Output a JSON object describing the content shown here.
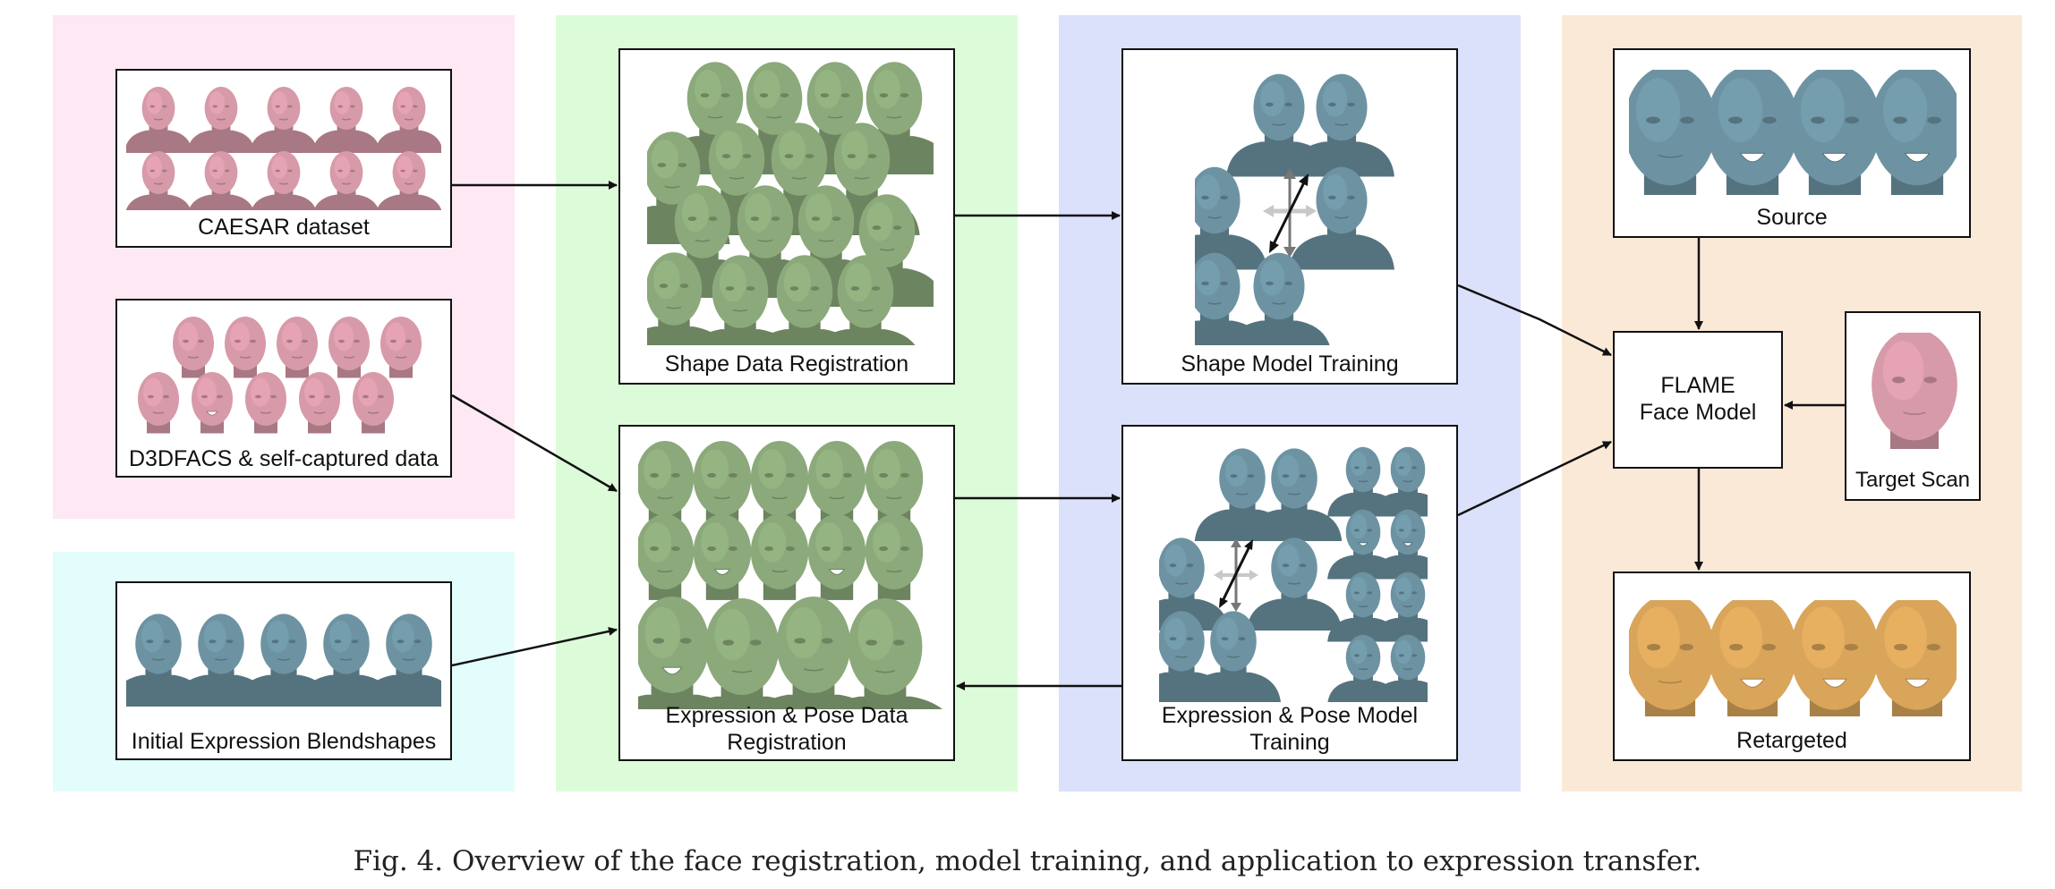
{
  "boxes": {
    "caesar": "CAESAR dataset",
    "d3dfacs": "D3DFACS & self-captured data",
    "initial_blendshapes": "Initial Expression Blendshapes",
    "shape_registration": "Shape Data Registration",
    "expression_registration": "Expression & Pose Data\nRegistration",
    "shape_training": "Shape Model Training",
    "expression_training": "Expression & Pose Model\nTraining",
    "source": "Source",
    "flame": "FLAME\nFace Model",
    "target_scan": "Target Scan",
    "retargeted": "Retargeted"
  },
  "colors": {
    "panel_input": "#fde8f4",
    "panel_input_blend": "#e2fdfc",
    "panel_registration": "#dcfcd9",
    "panel_training": "#dbe0fb",
    "panel_application": "#fbe9d7",
    "head_pink": "#d79aa9",
    "head_green": "#8ba97a",
    "head_blue": "#6d93a3",
    "head_orange": "#d9a55b"
  },
  "caption": "Fig. 4.  Overview of the face registration, model training, and application to expression transfer."
}
